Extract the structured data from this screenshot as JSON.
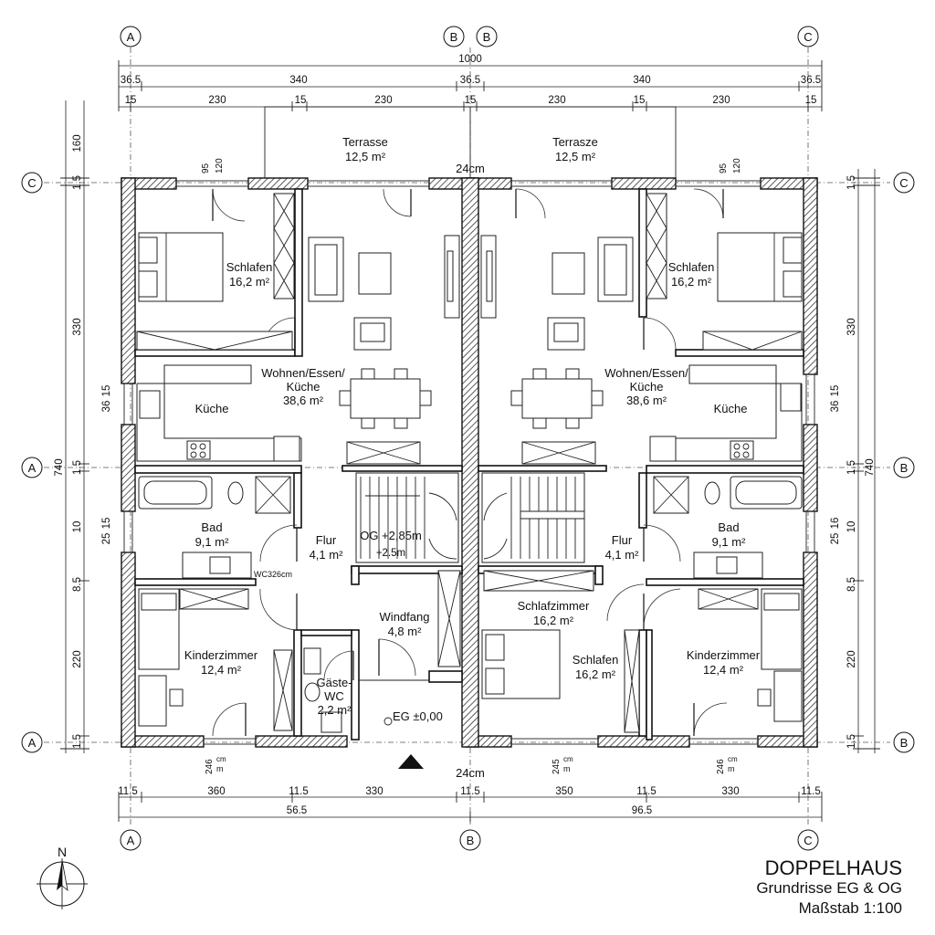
{
  "title_block": {
    "title": "DOPPELHAUS",
    "subtitle": "Grundrisse EG & OG",
    "scale": "Maßstab 1:100"
  },
  "north_label": "N",
  "axes": {
    "a": "A",
    "b": "B",
    "c": "C"
  },
  "rooms": {
    "terrasse_left": {
      "name": "Terrasse",
      "area": "12,5 m²"
    },
    "terrasse_right": {
      "name": "Terrasze",
      "area": "12,5 m²"
    },
    "schlafen_left": {
      "name": "Schlafen",
      "area": "16,2 m²"
    },
    "schlafen_right": {
      "name": "Schlafen",
      "area": "16,2 m²"
    },
    "wohnen_left": {
      "name1": "Wohnen/Essen/",
      "name2": "Küche",
      "area": "38,6 m²"
    },
    "wohnen_right": {
      "name1": "Wohnen/Essen/",
      "name2": "Küche",
      "area": "38,6 m²"
    },
    "kueche_left": {
      "name": "Küche"
    },
    "kueche_right": {
      "name": "Küche"
    },
    "bad_left": {
      "name": "Bad",
      "area": "9,1 m²"
    },
    "bad_right": {
      "name": "Bad",
      "area": "9,1 m²"
    },
    "flur_left": {
      "name": "Flur",
      "area": "4,1 m²"
    },
    "flur_right": {
      "name": "Flur",
      "area": "4,1 m²"
    },
    "kinder_left": {
      "name": "Kinderzimmer",
      "area": "12,4 m²"
    },
    "kinder_right": {
      "name": "Kinderzimmer",
      "area": "12,4 m²"
    },
    "windfang": {
      "name": "Windfang",
      "area": "4,8 m²"
    },
    "gaeste_wc": {
      "name1": "Gäste-",
      "name2": "WC",
      "area": "2,2 m²"
    },
    "schlafzimmer": {
      "name": "Schlafzimmer",
      "area": "16,2 m²"
    },
    "schlafen_center": {
      "name": "Schlafen",
      "area": "16,2 m²"
    }
  },
  "annotations": {
    "og_level": "OG +2,85m",
    "level_2": "+2.5m",
    "eg_level": "EG ±0,00",
    "wc_note": "WC326cm",
    "wall_top": "24cm",
    "wall_bottom": "24cm"
  },
  "dimensions": {
    "top_total": "1000",
    "top_row2": [
      "36.5",
      "340",
      "36.5",
      "340",
      "36.5"
    ],
    "top_row3": [
      "15",
      "230",
      "15",
      "230",
      "15",
      "230",
      "15",
      "230",
      "15"
    ],
    "top_window_left": [
      "95",
      "120"
    ],
    "top_window_right": [
      "95",
      "120"
    ],
    "left_outer": [
      "160",
      "1.5",
      "330",
      "740",
      "1.5",
      "10",
      "8.5",
      "220",
      "1.5"
    ],
    "left_inner": [
      "36",
      "15",
      "25",
      "15"
    ],
    "right_outer": [
      "1.5",
      "330",
      "740",
      "1.5",
      "10",
      "8.5",
      "220",
      "1.5"
    ],
    "right_inner": [
      "36",
      "15",
      "25",
      "16"
    ],
    "bottom_row1": [
      "11.5",
      "360",
      "11.5",
      "330",
      "11.5",
      "350",
      "11.5",
      "330",
      "11.5"
    ],
    "bottom_row2": [
      "56.5",
      "96.5"
    ],
    "bottom_window": [
      "246",
      "cm",
      "m",
      "245",
      "cm",
      "m",
      "246",
      "cm",
      "m"
    ]
  },
  "colors": {
    "line": "#111111",
    "hatch": "#333333",
    "paper": "#ffffff"
  }
}
